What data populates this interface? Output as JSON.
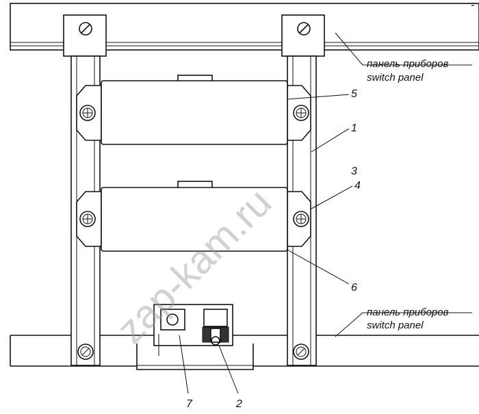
{
  "labels": {
    "panel_top_ru": "панель приборов",
    "panel_top_en": "switch panel",
    "panel_bottom_ru": "панель приборов",
    "panel_bottom_en": "switch panel"
  },
  "callouts": {
    "n1": "1",
    "n2": "2",
    "n3": "3",
    "n4": "4",
    "n5": "5",
    "n6": "6",
    "n7": "7"
  },
  "watermark": "zap-kam.ru",
  "corner_mark": "-"
}
